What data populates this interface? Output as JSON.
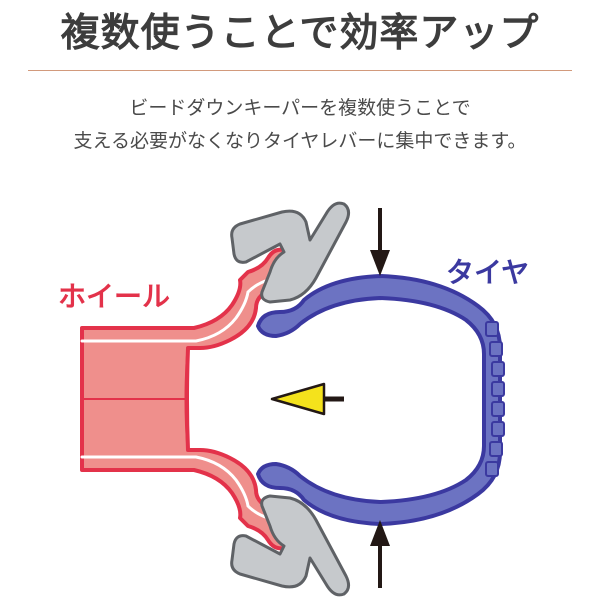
{
  "title": "複数使うことで効率アップ",
  "description": [
    "ビードダウンキーパーを複数使うことで",
    "支える必要がなくなりタイヤレバーに集中できます。"
  ],
  "labels": {
    "wheel": "ホイール",
    "tire": "タイヤ"
  },
  "colors": {
    "wheel_fill": "#ef8f8c",
    "wheel_outline": "#e3324a",
    "tire_fill": "#6c73c2",
    "tire_outline": "#3b39a0",
    "keeper_fill": "#c6c9cc",
    "keeper_outline": "#5f6266",
    "arrow_yellow": "#f4e21c",
    "arrow_dark": "#231815",
    "rule": "#d29a7c"
  },
  "icons": {
    "press_arrow_top": "arrow-down-icon",
    "press_arrow_bottom": "arrow-up-icon",
    "inward_arrow": "arrow-left-icon"
  }
}
